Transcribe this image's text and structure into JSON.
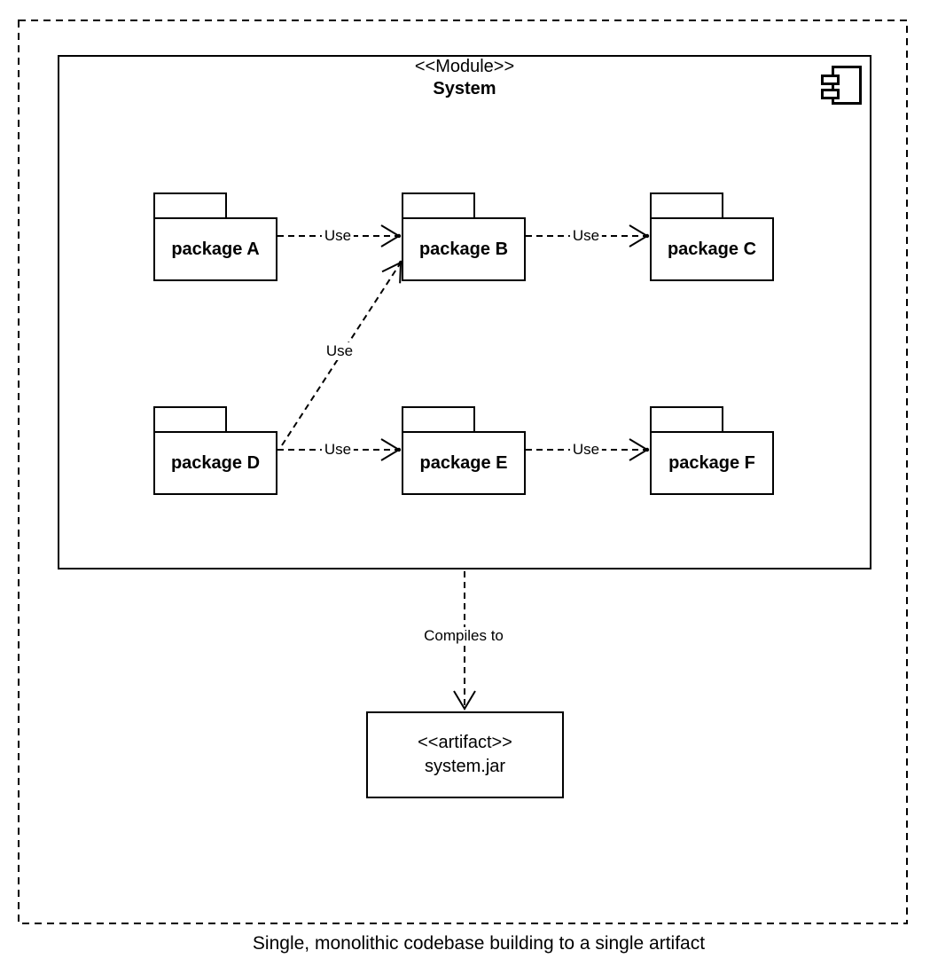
{
  "module": {
    "stereotype": "<<Module>>",
    "name": "System"
  },
  "packages": [
    {
      "label": "package A"
    },
    {
      "label": "package B"
    },
    {
      "label": "package C"
    },
    {
      "label": "package D"
    },
    {
      "label": "package E"
    },
    {
      "label": "package F"
    }
  ],
  "edges": [
    {
      "from": "package A",
      "to": "package B",
      "label": "Use"
    },
    {
      "from": "package B",
      "to": "package C",
      "label": "Use"
    },
    {
      "from": "package D",
      "to": "package B",
      "label": "Use"
    },
    {
      "from": "package D",
      "to": "package E",
      "label": "Use"
    },
    {
      "from": "package E",
      "to": "package F",
      "label": "Use"
    },
    {
      "from": "System",
      "to": "system.jar",
      "label": "Compiles to"
    }
  ],
  "artifact": {
    "stereotype": "<<artifact>>",
    "name": "system.jar"
  },
  "caption": "Single, monolithic codebase building to a single artifact",
  "colors": {
    "line": "#000000",
    "background": "#ffffff"
  }
}
